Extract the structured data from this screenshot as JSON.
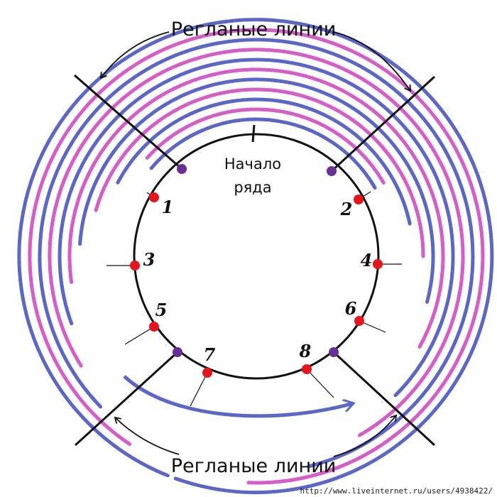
{
  "top_label": "Регланые линии",
  "bottom_label": "Регланые линии",
  "start_label_line1": "Начало",
  "start_label_line2": "ряда",
  "markers": [
    "1",
    "2",
    "3",
    "4",
    "5",
    "6",
    "7",
    "8"
  ],
  "watermark": "http://www.liveinternet.ru/users/4938422/",
  "colors": {
    "blue": "#5a66c8",
    "pink": "#d65cc8",
    "red": "#e8141c",
    "purple": "#6a2f95",
    "line": "#111111"
  }
}
